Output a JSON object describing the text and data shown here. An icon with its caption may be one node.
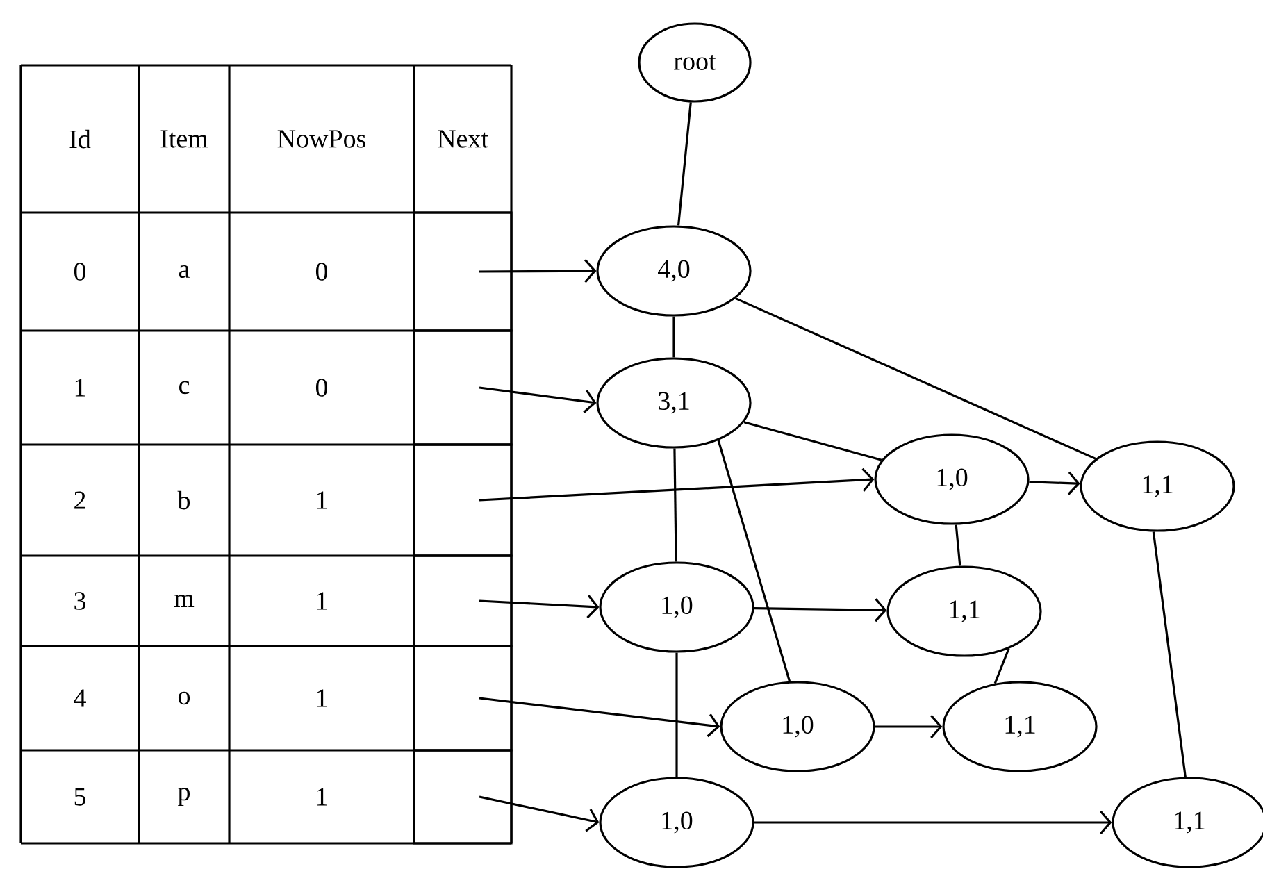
{
  "diagram": {
    "nodes": [
      {
        "text": [
          "root"
        ]
      },
      {
        "text": [
          "4,0"
        ]
      },
      {
        "text": [
          "3,1"
        ]
      },
      {
        "text": [
          "1,0"
        ]
      },
      {
        "text": [
          "1,1"
        ]
      },
      {
        "text": [
          "1,0"
        ]
      },
      {
        "text": [
          "1,1"
        ]
      },
      {
        "text": [
          "1,0"
        ]
      },
      {
        "text": [
          "1,1"
        ]
      },
      {
        "text": [
          "1,0"
        ]
      },
      {
        "text": [
          "1,1"
        ]
      },
      {
        "text": [],
        "shape": "box"
      },
      {
        "text": [],
        "shape": "box"
      },
      {
        "text": [],
        "shape": "box"
      },
      {
        "text": [],
        "shape": "box"
      },
      {
        "text": [],
        "shape": "box"
      },
      {
        "text": [],
        "shape": "box"
      }
    ],
    "edges": [
      {
        "from": 0,
        "to": 1,
        "arrow": "none"
      },
      {
        "from": 1,
        "to": 2,
        "arrow": "none"
      },
      {
        "from": 1,
        "to": 4,
        "arrow": "none"
      },
      {
        "from": 2,
        "to": 3,
        "arrow": "none"
      },
      {
        "from": 2,
        "to": 5,
        "arrow": "none"
      },
      {
        "from": 2,
        "to": 7,
        "arrow": "none"
      },
      {
        "from": 3,
        "to": 4,
        "arrow": "to"
      },
      {
        "from": 3,
        "to": 6,
        "arrow": "none"
      },
      {
        "from": 5,
        "to": 6,
        "arrow": "to"
      },
      {
        "from": 6,
        "to": 8,
        "arrow": "none"
      },
      {
        "from": 7,
        "to": 8,
        "arrow": "to"
      },
      {
        "from": 5,
        "to": 9,
        "arrow": "none"
      },
      {
        "from": 9,
        "to": 10,
        "arrow": "to"
      },
      {
        "from": 4,
        "to": 10,
        "arrow": "none"
      },
      {
        "from": 11,
        "to": 1,
        "arrow": "to"
      },
      {
        "from": 12,
        "to": 2,
        "arrow": "to"
      },
      {
        "from": 13,
        "to": 3,
        "arrow": "to"
      },
      {
        "from": 14,
        "to": 5,
        "arrow": "to"
      },
      {
        "from": 15,
        "to": 7,
        "arrow": "to"
      },
      {
        "from": 16,
        "to": 9,
        "arrow": "to"
      }
    ],
    "labels": [
      "Id",
      "Item",
      "NowPos",
      "Next",
      "0",
      "a",
      "0",
      "1",
      "c",
      "0",
      "2",
      "b",
      "1",
      "3",
      "m",
      "1",
      "4",
      "o",
      "1",
      "5",
      "p",
      "1"
    ]
  }
}
